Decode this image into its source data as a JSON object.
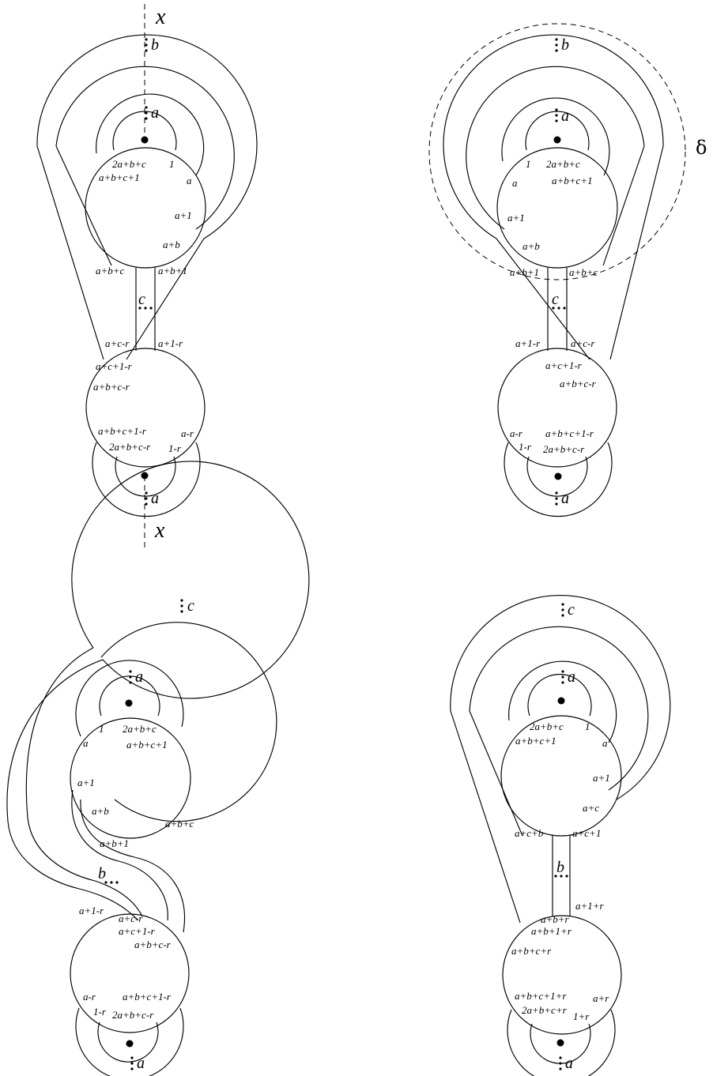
{
  "panel_top_left": {
    "axis_label_top": "x",
    "axis_label_bottom": "x",
    "band_top": "b",
    "ring_top": "a",
    "ring_bottom": "a",
    "stem": "c",
    "upper_disk": [
      "2a+b+c",
      "1",
      "a+b+c+1",
      "a",
      "a+1",
      "a+b"
    ],
    "stem_ends_top": [
      "a+b+c",
      "a+b+1"
    ],
    "stem_ends_bottom": [
      "a+c-r",
      "a+1-r"
    ],
    "lower_disk": [
      "a+c+1-r",
      "a+b+c-r",
      "a+b+c+1-r",
      "a-r",
      "2a+b+c-r",
      "1-r"
    ]
  },
  "panel_top_right": {
    "curve_label": "δ",
    "band_top": "b",
    "ring_top": "a",
    "ring_bottom": "a",
    "stem": "c",
    "upper_disk": [
      "1",
      "2a+b+c",
      "a",
      "a+b+c+1",
      "a+1",
      "a+b"
    ],
    "stem_ends_top": [
      "a+b+1",
      "a+b+c"
    ],
    "stem_ends_bottom": [
      "a+1-r",
      "a+c-r"
    ],
    "lower_disk": [
      "a+c+1-r",
      "a+b+c-r",
      "a-r",
      "a+b+c+1-r",
      "1-r",
      "2a+b+c-r"
    ]
  },
  "panel_bottom_left": {
    "band_top": "c",
    "ring_top": "a",
    "ring_bottom": "a",
    "stem": "b",
    "upper_disk": [
      "1",
      "2a+b+c",
      "a",
      "a+b+c+1",
      "a+1",
      "a+b",
      "a+b+c",
      "a+b+1"
    ],
    "lower_disk": [
      "a+1-r",
      "a+c-r",
      "a+c+1-r",
      "a+b+c-r",
      "a-r",
      "a+b+c+1-r",
      "1-r",
      "2a+b+c-r"
    ]
  },
  "panel_bottom_right": {
    "band_top": "c",
    "ring_top": "a",
    "ring_bottom": "a",
    "stem": "b",
    "upper_disk": [
      "2a+b+c",
      "1",
      "a+b+c+1",
      "a",
      "a+1",
      "a+c"
    ],
    "stem_ends_top": [
      "a+c+b",
      "a+c+1"
    ],
    "stem_ends_bottom": [
      "a+1+r"
    ],
    "lower_disk": [
      "a+b+r",
      "a+b+1+r",
      "a+b+c+r",
      "a+b+c+1+r",
      "a+r",
      "2a+b+c+r",
      "1+r"
    ]
  }
}
